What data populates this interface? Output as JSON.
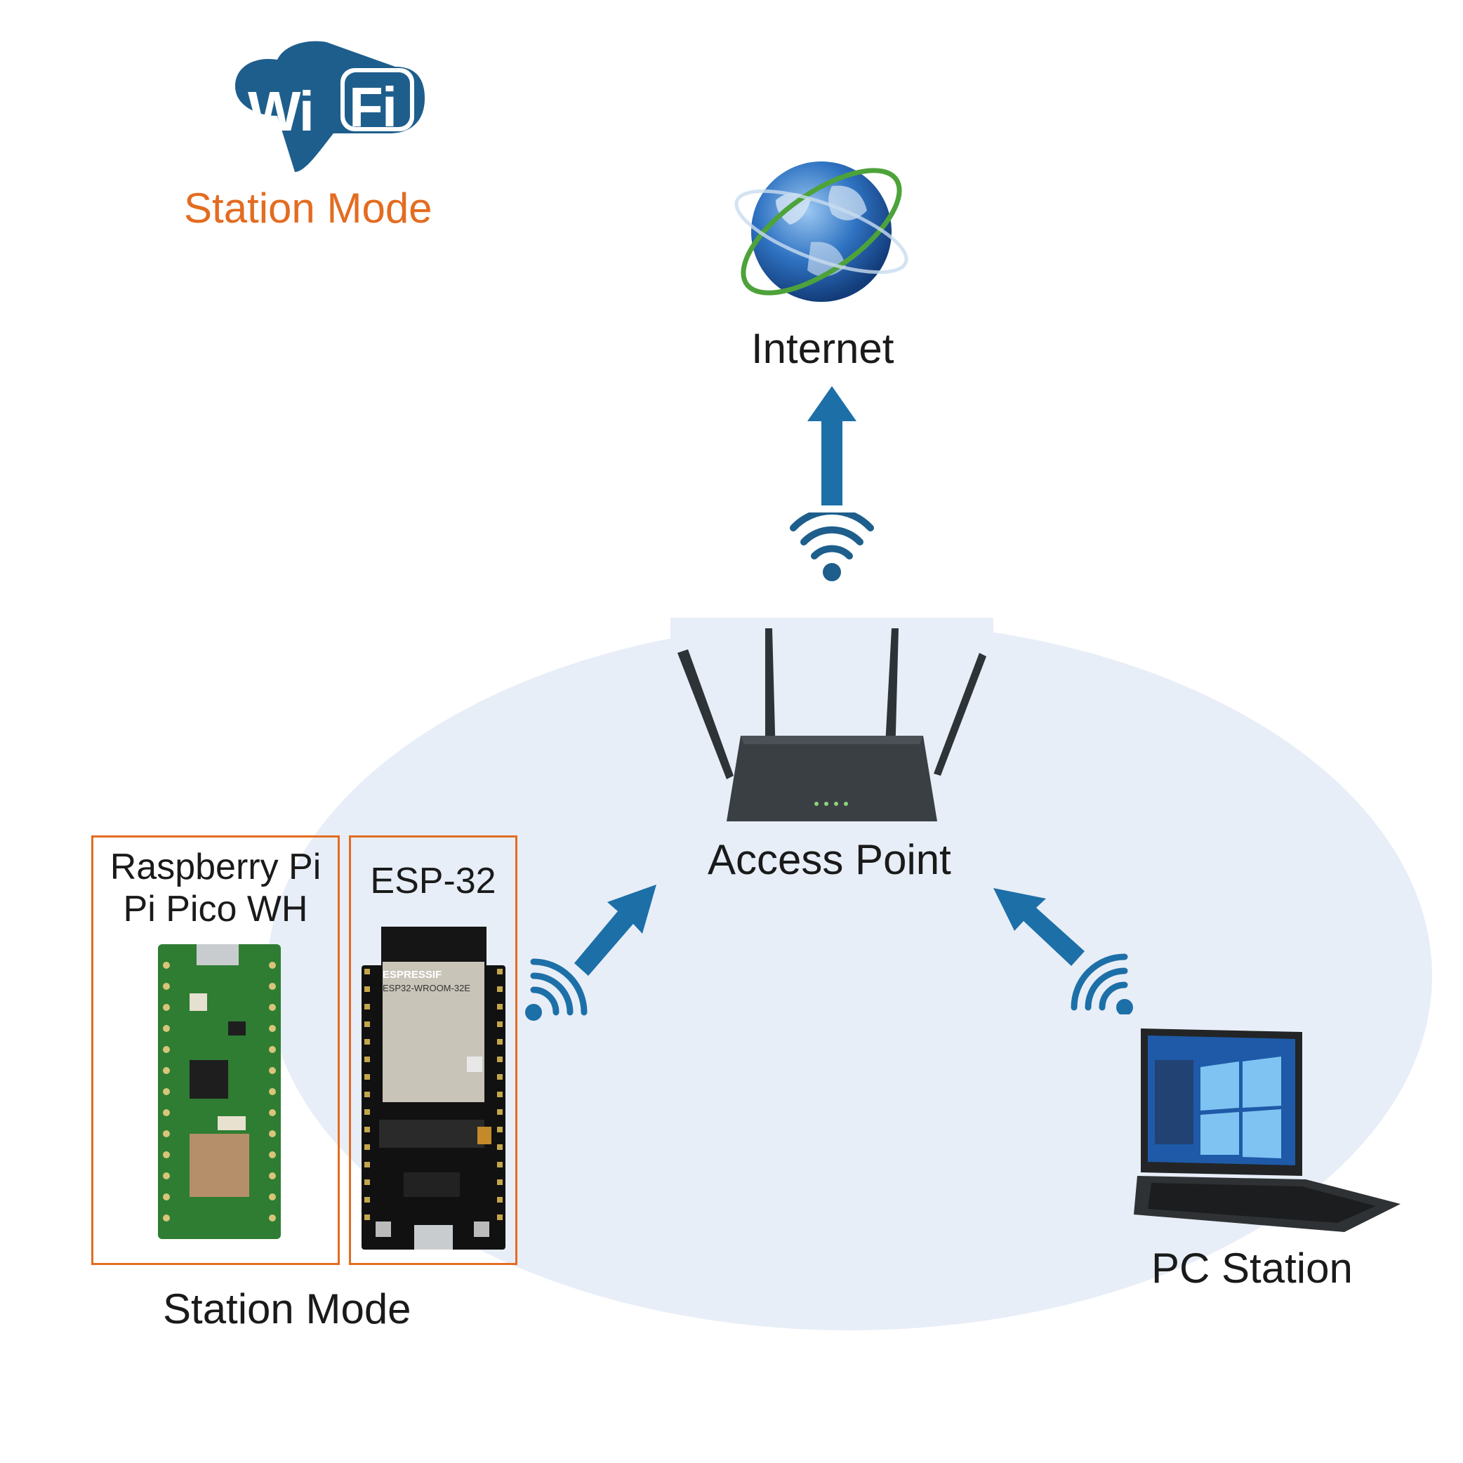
{
  "logo": {
    "word1": "Wi",
    "word2": "Fi",
    "caption": "Station Mode"
  },
  "nodes": {
    "internet": {
      "label": "Internet"
    },
    "access_point": {
      "label": "Access Point"
    },
    "pico": {
      "label_line1": "Raspberry Pi",
      "label_line2": "Pi Pico WH"
    },
    "esp32": {
      "label": "ESP-32",
      "chip_brand": "ESPRESSIF",
      "chip_model": "ESP32-WROOM-32E"
    },
    "pc": {
      "label": "PC Station"
    }
  },
  "group_caption": "Station Mode",
  "colors": {
    "accent_orange": "#E36C21",
    "wifi_blue": "#1E5E8C",
    "arrow_blue": "#1D6FA8",
    "coverage": "#E8EEF7"
  },
  "icons": [
    "wifi-logo-icon",
    "globe-icon",
    "router-icon",
    "laptop-icon",
    "raspberry-pi-pico-board",
    "esp32-board"
  ]
}
